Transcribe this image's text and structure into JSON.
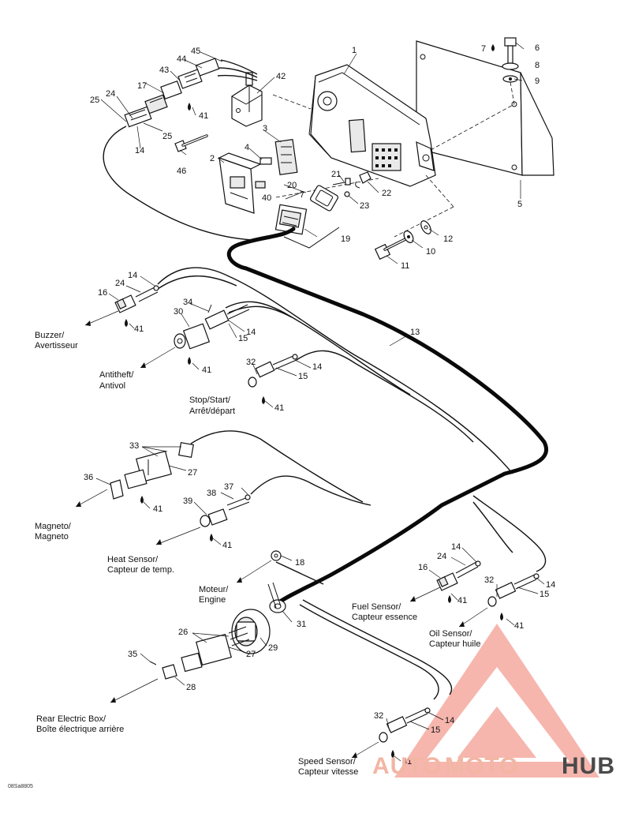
{
  "diagram": {
    "ref_code": "08Sa8805",
    "callouts": [
      {
        "id": "c1",
        "text": "1"
      },
      {
        "id": "c2",
        "text": "2"
      },
      {
        "id": "c3",
        "text": "3"
      },
      {
        "id": "c4",
        "text": "4"
      },
      {
        "id": "c5",
        "text": "5"
      },
      {
        "id": "c6",
        "text": "6"
      },
      {
        "id": "c7a",
        "text": "7"
      },
      {
        "id": "c7b",
        "text": "7"
      },
      {
        "id": "c8",
        "text": "8"
      },
      {
        "id": "c9",
        "text": "9"
      },
      {
        "id": "c10",
        "text": "10"
      },
      {
        "id": "c11",
        "text": "11"
      },
      {
        "id": "c12",
        "text": "12"
      },
      {
        "id": "c13",
        "text": "13"
      },
      {
        "id": "c14a",
        "text": "14"
      },
      {
        "id": "c14b",
        "text": "14"
      },
      {
        "id": "c14c",
        "text": "14"
      },
      {
        "id": "c14d",
        "text": "14"
      },
      {
        "id": "c14e",
        "text": "14"
      },
      {
        "id": "c14f",
        "text": "14"
      },
      {
        "id": "c14g",
        "text": "14"
      },
      {
        "id": "c14h",
        "text": "14"
      },
      {
        "id": "c15a",
        "text": "15"
      },
      {
        "id": "c15b",
        "text": "15"
      },
      {
        "id": "c15c",
        "text": "15"
      },
      {
        "id": "c15d",
        "text": "15"
      },
      {
        "id": "c16a",
        "text": "16"
      },
      {
        "id": "c16b",
        "text": "16"
      },
      {
        "id": "c17",
        "text": "17"
      },
      {
        "id": "c18",
        "text": "18"
      },
      {
        "id": "c19",
        "text": "19"
      },
      {
        "id": "c20",
        "text": "20"
      },
      {
        "id": "c21",
        "text": "21"
      },
      {
        "id": "c22",
        "text": "22"
      },
      {
        "id": "c23",
        "text": "23"
      },
      {
        "id": "c24a",
        "text": "24"
      },
      {
        "id": "c24b",
        "text": "24"
      },
      {
        "id": "c24c",
        "text": "24"
      },
      {
        "id": "c25a",
        "text": "25"
      },
      {
        "id": "c25b",
        "text": "25"
      },
      {
        "id": "c26",
        "text": "26"
      },
      {
        "id": "c27a",
        "text": "27"
      },
      {
        "id": "c27b",
        "text": "27"
      },
      {
        "id": "c28",
        "text": "28"
      },
      {
        "id": "c29",
        "text": "29"
      },
      {
        "id": "c30",
        "text": "30"
      },
      {
        "id": "c31",
        "text": "31"
      },
      {
        "id": "c32a",
        "text": "32"
      },
      {
        "id": "c32b",
        "text": "32"
      },
      {
        "id": "c32c",
        "text": "32"
      },
      {
        "id": "c33",
        "text": "33"
      },
      {
        "id": "c34",
        "text": "34"
      },
      {
        "id": "c35",
        "text": "35"
      },
      {
        "id": "c36",
        "text": "36"
      },
      {
        "id": "c37",
        "text": "37"
      },
      {
        "id": "c38",
        "text": "38"
      },
      {
        "id": "c39",
        "text": "39"
      },
      {
        "id": "c40",
        "text": "40"
      },
      {
        "id": "c41a",
        "text": "41"
      },
      {
        "id": "c41b",
        "text": "41"
      },
      {
        "id": "c41c",
        "text": "41"
      },
      {
        "id": "c41d",
        "text": "41"
      },
      {
        "id": "c41e",
        "text": "41"
      },
      {
        "id": "c41f",
        "text": "41"
      },
      {
        "id": "c41g",
        "text": "41"
      },
      {
        "id": "c41h",
        "text": "41"
      },
      {
        "id": "c41i",
        "text": "41"
      },
      {
        "id": "c41j",
        "text": "41"
      },
      {
        "id": "c42",
        "text": "42"
      },
      {
        "id": "c43",
        "text": "43"
      },
      {
        "id": "c44",
        "text": "44"
      },
      {
        "id": "c45",
        "text": "45"
      },
      {
        "id": "c46",
        "text": "46"
      }
    ],
    "labels": {
      "buzzer": [
        "Buzzer/",
        "Avertisseur"
      ],
      "antitheft": [
        "Antitheft/",
        "Antivol"
      ],
      "stopstart": [
        "Stop/Start/",
        "Arrêt/départ"
      ],
      "magneto": [
        "Magneto/",
        "Magneto"
      ],
      "heat": [
        "Heat Sensor/",
        "Capteur de temp."
      ],
      "engine": [
        "Moteur/",
        "Engine"
      ],
      "fuel": [
        "Fuel Sensor/",
        "Capteur essence"
      ],
      "oil": [
        "Oil Sensor/",
        "Capteur huile"
      ],
      "rear": [
        "Rear Electric Box/",
        "Boîte électrique arrière"
      ],
      "speed": [
        "Speed Sensor/",
        "Capteur vitesse"
      ]
    }
  },
  "watermark": {
    "part1": "AUTO",
    "part2": "MOTO",
    "part3": "HUB",
    "accent_color": "#e8412a",
    "dark_color": "#4a4a4a"
  }
}
